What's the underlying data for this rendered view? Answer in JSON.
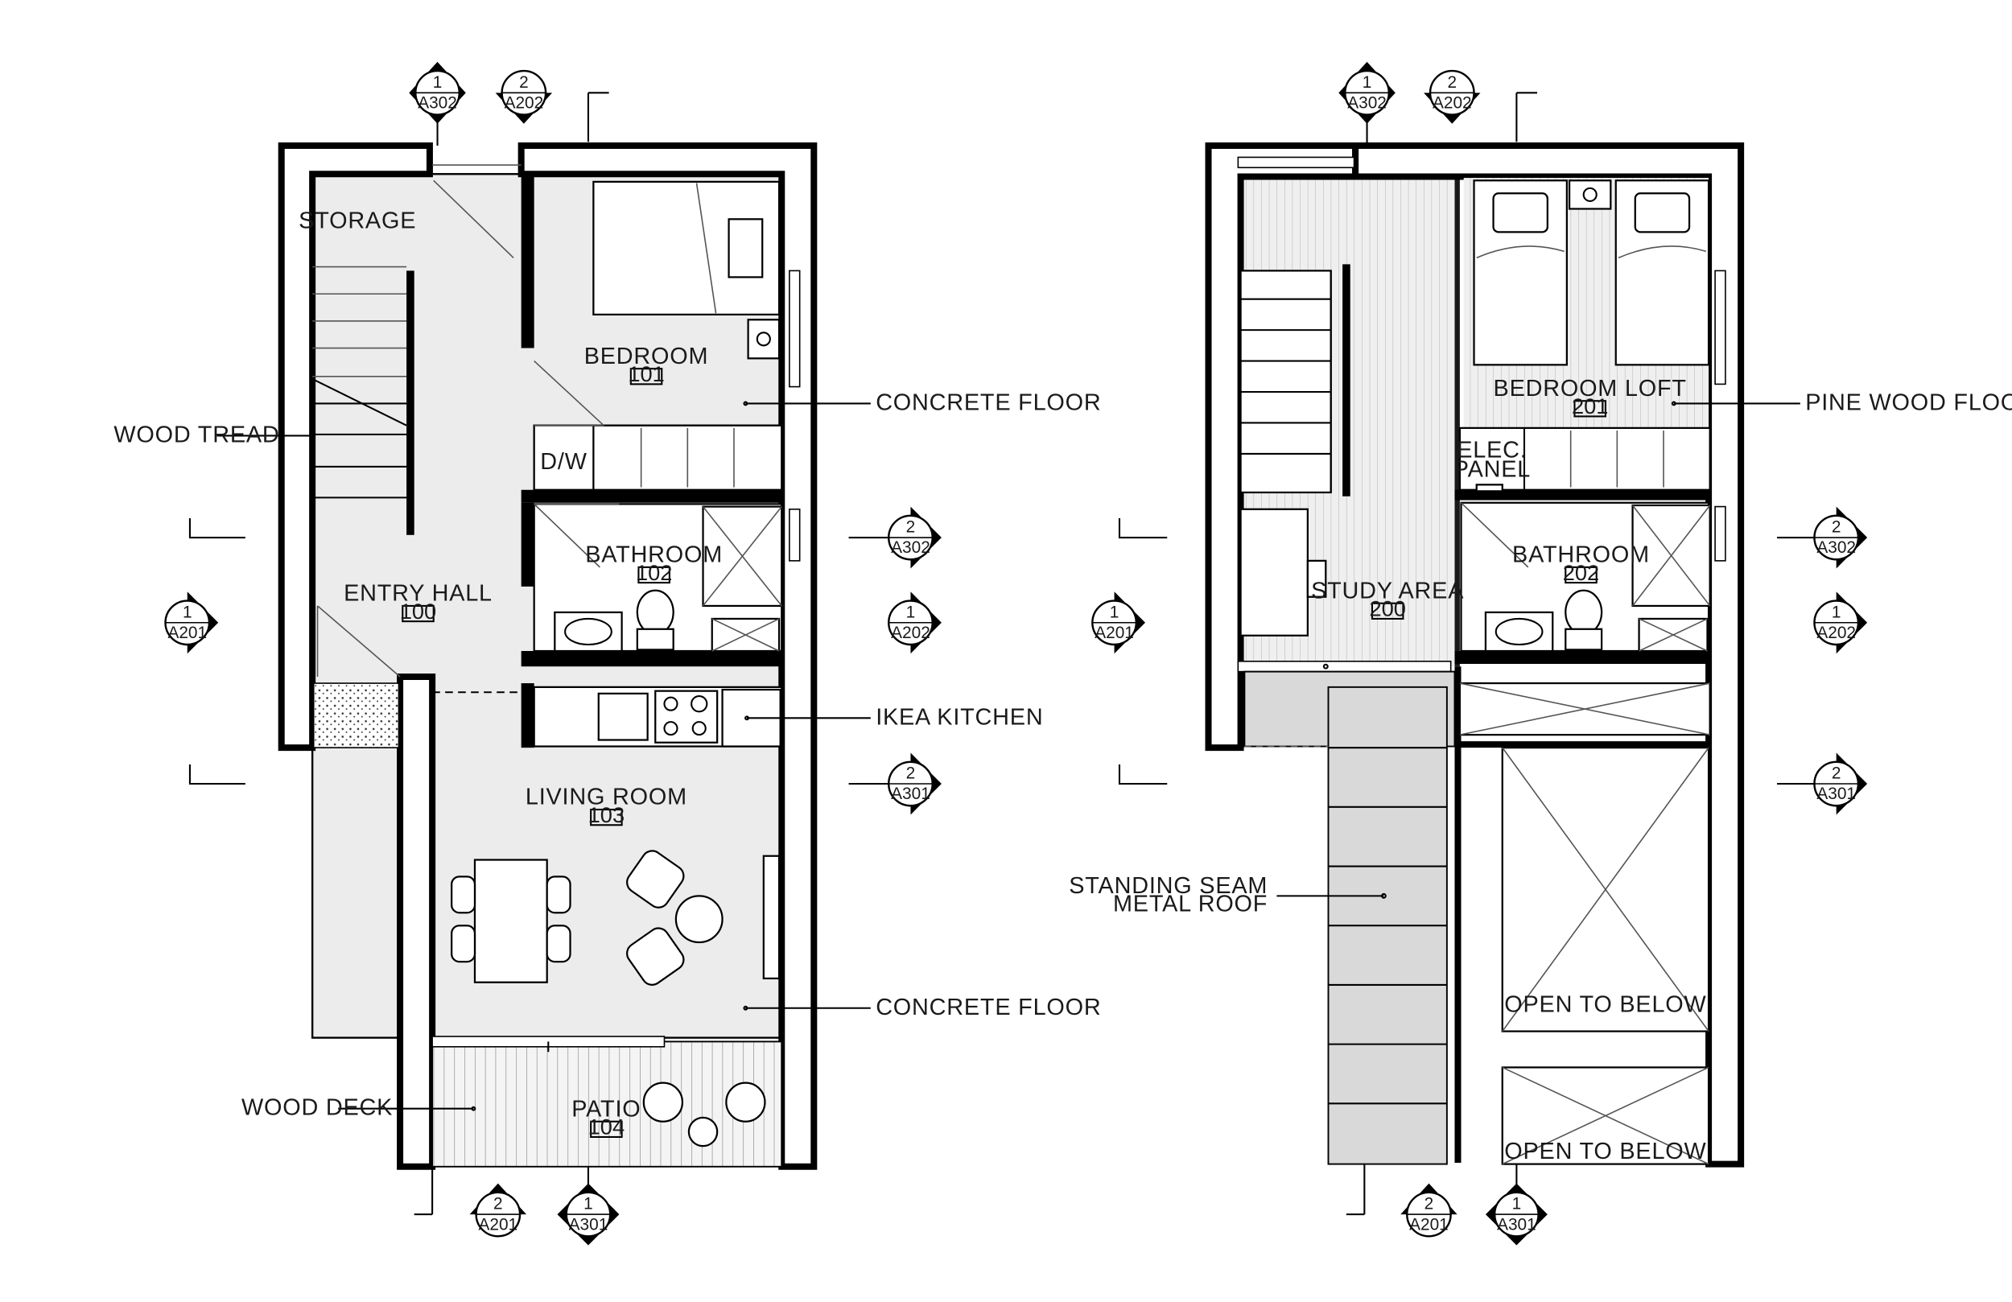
{
  "ground_floor": {
    "rooms": [
      {
        "name": "STORAGE"
      },
      {
        "name": "BEDROOM",
        "number": "101"
      },
      {
        "name": "ENTRY HALL",
        "number": "100"
      },
      {
        "name": "BATHROOM",
        "number": "102"
      },
      {
        "name": "LIVING ROOM",
        "number": "103"
      },
      {
        "name": "PATIO",
        "number": "104"
      }
    ],
    "fixtures": {
      "dishwasher": "D/W"
    },
    "callouts": {
      "concrete_floor_top": "CONCRETE FLOOR",
      "wood_tread": "WOOD TREAD",
      "ikea_kitchen": "IKEA KITCHEN",
      "concrete_floor_bottom": "CONCRETE FLOOR",
      "wood_deck": "WOOD DECK"
    },
    "section_markers": [
      {
        "num": "1",
        "sheet": "A302"
      },
      {
        "num": "2",
        "sheet": "A202"
      },
      {
        "num": "2",
        "sheet": "A302"
      },
      {
        "num": "1",
        "sheet": "A202"
      },
      {
        "num": "1",
        "sheet": "A201"
      },
      {
        "num": "2",
        "sheet": "A301"
      },
      {
        "num": "2",
        "sheet": "A201"
      },
      {
        "num": "1",
        "sheet": "A301"
      }
    ]
  },
  "loft_floor": {
    "rooms": [
      {
        "name": "BEDROOM LOFT",
        "number": "201"
      },
      {
        "name": "STUDY AREA",
        "number": "200"
      },
      {
        "name": "BATHROOM",
        "number": "202"
      }
    ],
    "fixtures": {
      "elec_panel_1": "ELEC.",
      "elec_panel_2": "PANEL"
    },
    "openings": [
      "OPEN TO BELOW",
      "OPEN TO BELOW"
    ],
    "callouts": {
      "pine_wood_floor": "PINE WOOD FLOOR",
      "standing_seam_1": "STANDING SEAM",
      "standing_seam_2": "METAL ROOF"
    },
    "section_markers": [
      {
        "num": "1",
        "sheet": "A302"
      },
      {
        "num": "2",
        "sheet": "A202"
      },
      {
        "num": "2",
        "sheet": "A302"
      },
      {
        "num": "1",
        "sheet": "A202"
      },
      {
        "num": "1",
        "sheet": "A201"
      },
      {
        "num": "2",
        "sheet": "A301"
      },
      {
        "num": "2",
        "sheet": "A201"
      },
      {
        "num": "1",
        "sheet": "A301"
      }
    ]
  }
}
